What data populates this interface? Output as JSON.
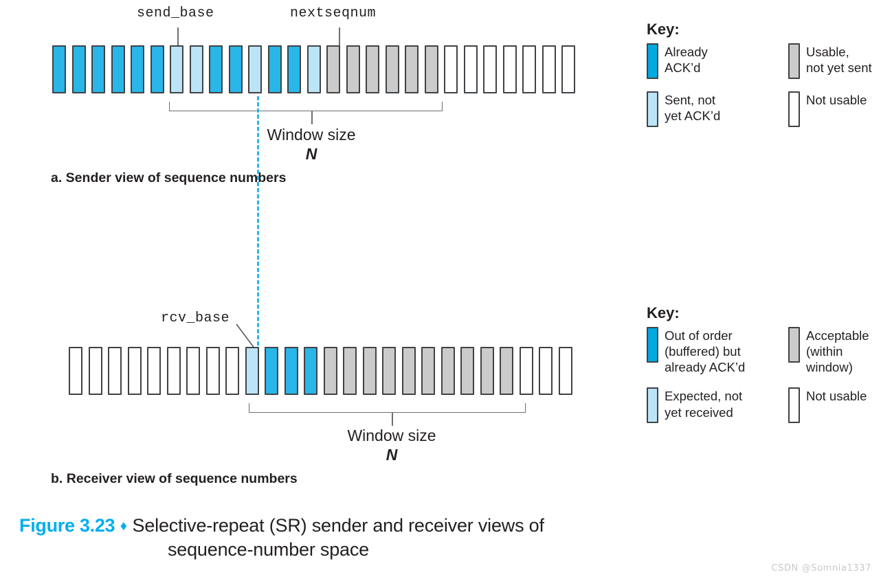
{
  "figure": {
    "number": "Figure 3.23",
    "diamond": "♦",
    "caption_line1": "Selective-repeat (SR) sender and receiver views of",
    "caption_line2": "sequence-number space"
  },
  "watermark": "CSDN @Somnia1337",
  "sender": {
    "caption": "a. Sender view of sequence numbers",
    "pointers": {
      "send_base": "send_base",
      "nextseqnum": "nextseqnum"
    },
    "window_label": "Window size",
    "window_symbol": "N",
    "cells": [
      "ackd",
      "ackd",
      "ackd",
      "ackd",
      "ackd",
      "ackd",
      "sent",
      "sent",
      "ackd",
      "ackd",
      "sent",
      "ackd",
      "ackd",
      "sent",
      "usable",
      "usable",
      "usable",
      "usable",
      "usable",
      "usable",
      "notusable",
      "notusable",
      "notusable",
      "notusable",
      "notusable",
      "notusable",
      "notusable"
    ]
  },
  "receiver": {
    "caption": "b. Receiver view of sequence numbers",
    "pointers": {
      "rcv_base": "rcv_base"
    },
    "window_label": "Window size",
    "window_symbol": "N",
    "cells": [
      "notusable",
      "notusable",
      "notusable",
      "notusable",
      "notusable",
      "notusable",
      "notusable",
      "notusable",
      "notusable",
      "sent",
      "ackd",
      "ackd",
      "ackd",
      "usable",
      "usable",
      "usable",
      "usable",
      "usable",
      "usable",
      "usable",
      "usable",
      "usable",
      "usable",
      "notusable",
      "notusable",
      "notusable"
    ]
  },
  "sender_key": {
    "title": "Key:",
    "items": [
      {
        "swatch": "ackd",
        "label": "Already\nACK’d"
      },
      {
        "swatch": "usable",
        "label": "Usable,\nnot yet sent"
      },
      {
        "swatch": "sent",
        "label": "Sent, not\nyet ACK’d"
      },
      {
        "swatch": "notusable",
        "label": "Not usable"
      }
    ]
  },
  "receiver_key": {
    "title": "Key:",
    "items": [
      {
        "swatch": "ackd",
        "label": "Out of order\n(buffered) but\nalready ACK’d"
      },
      {
        "swatch": "usable",
        "label": "Acceptable\n(within\nwindow)"
      },
      {
        "swatch": "sent",
        "label": "Expected, not\nyet received"
      },
      {
        "swatch": "notusable",
        "label": "Not usable"
      }
    ]
  },
  "colors": {
    "ackd": "#29b6e8",
    "sent": "#bce4f7",
    "usable": "#cbcbcb",
    "notusable": "#ffffff",
    "outline": "#3f4245",
    "accent": "#00aeef",
    "leader": "#6d6e71"
  }
}
